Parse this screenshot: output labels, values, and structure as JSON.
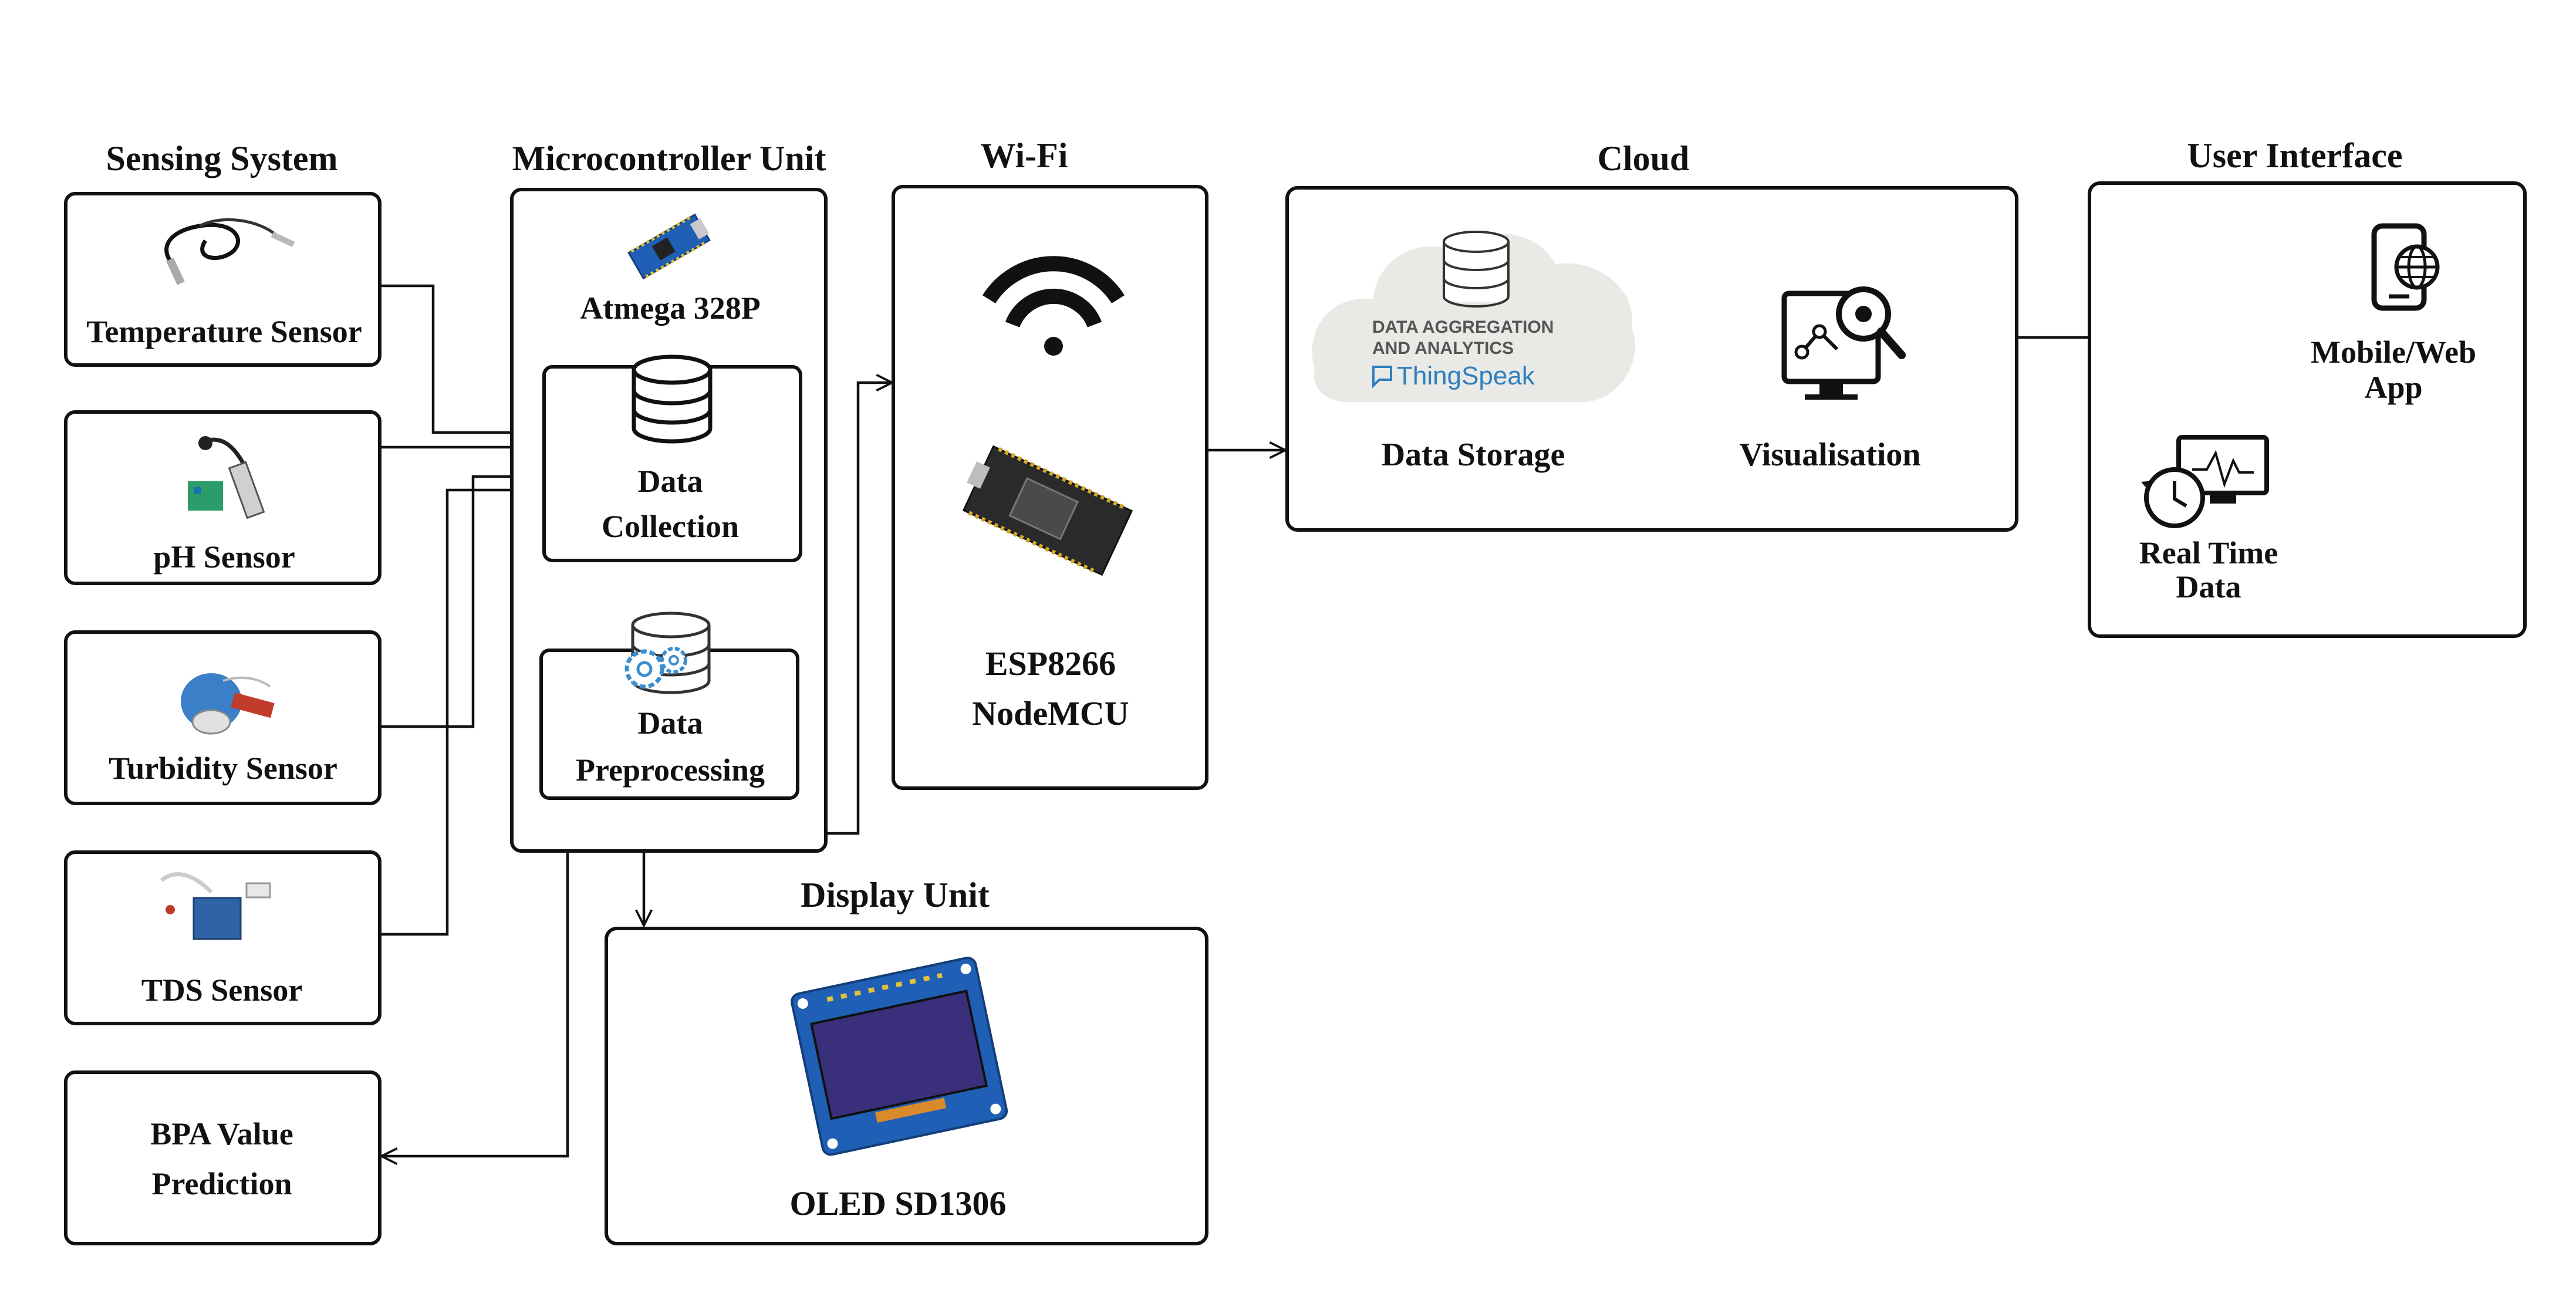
{
  "sections": {
    "sensing": "Sensing System",
    "mcu": "Microcontroller Unit",
    "wifi": "Wi-Fi",
    "cloud": "Cloud",
    "ui": "User Interface",
    "display": "Display Unit"
  },
  "sensors": {
    "temperature": "Temperature Sensor",
    "ph": "pH Sensor",
    "turbidity": "Turbidity Sensor",
    "tds": "TDS Sensor",
    "bpa_line1": "BPA Value",
    "bpa_line2": "Prediction"
  },
  "mcu": {
    "chip": "Atmega 328P",
    "collection_line1": "Data",
    "collection_line2": "Collection",
    "preprocessing_line1": "Data",
    "preprocessing_line2": "Preprocessing"
  },
  "wifi": {
    "module_line1": "ESP8266",
    "module_line2": "NodeMCU"
  },
  "cloud": {
    "logo_line1": "DATA AGGREGATION",
    "logo_line2": "AND ANALYTICS",
    "logo_brand": "ThingSpeak",
    "storage": "Data Storage",
    "visualisation": "Visualisation"
  },
  "ui": {
    "app_line1": "Mobile/Web",
    "app_line2": "App",
    "realtime_line1": "Real Time",
    "realtime_line2": "Data"
  },
  "display": {
    "oled": "OLED SD1306"
  },
  "colors": {
    "line": "#111111",
    "thingspeak_blue": "#2f7fbf",
    "cloud_grey": "#e9e9e6",
    "oled_board_blue": "#1f5fb5",
    "oled_screen": "#3a2f7a",
    "gear_blue": "#3b8fd0"
  }
}
